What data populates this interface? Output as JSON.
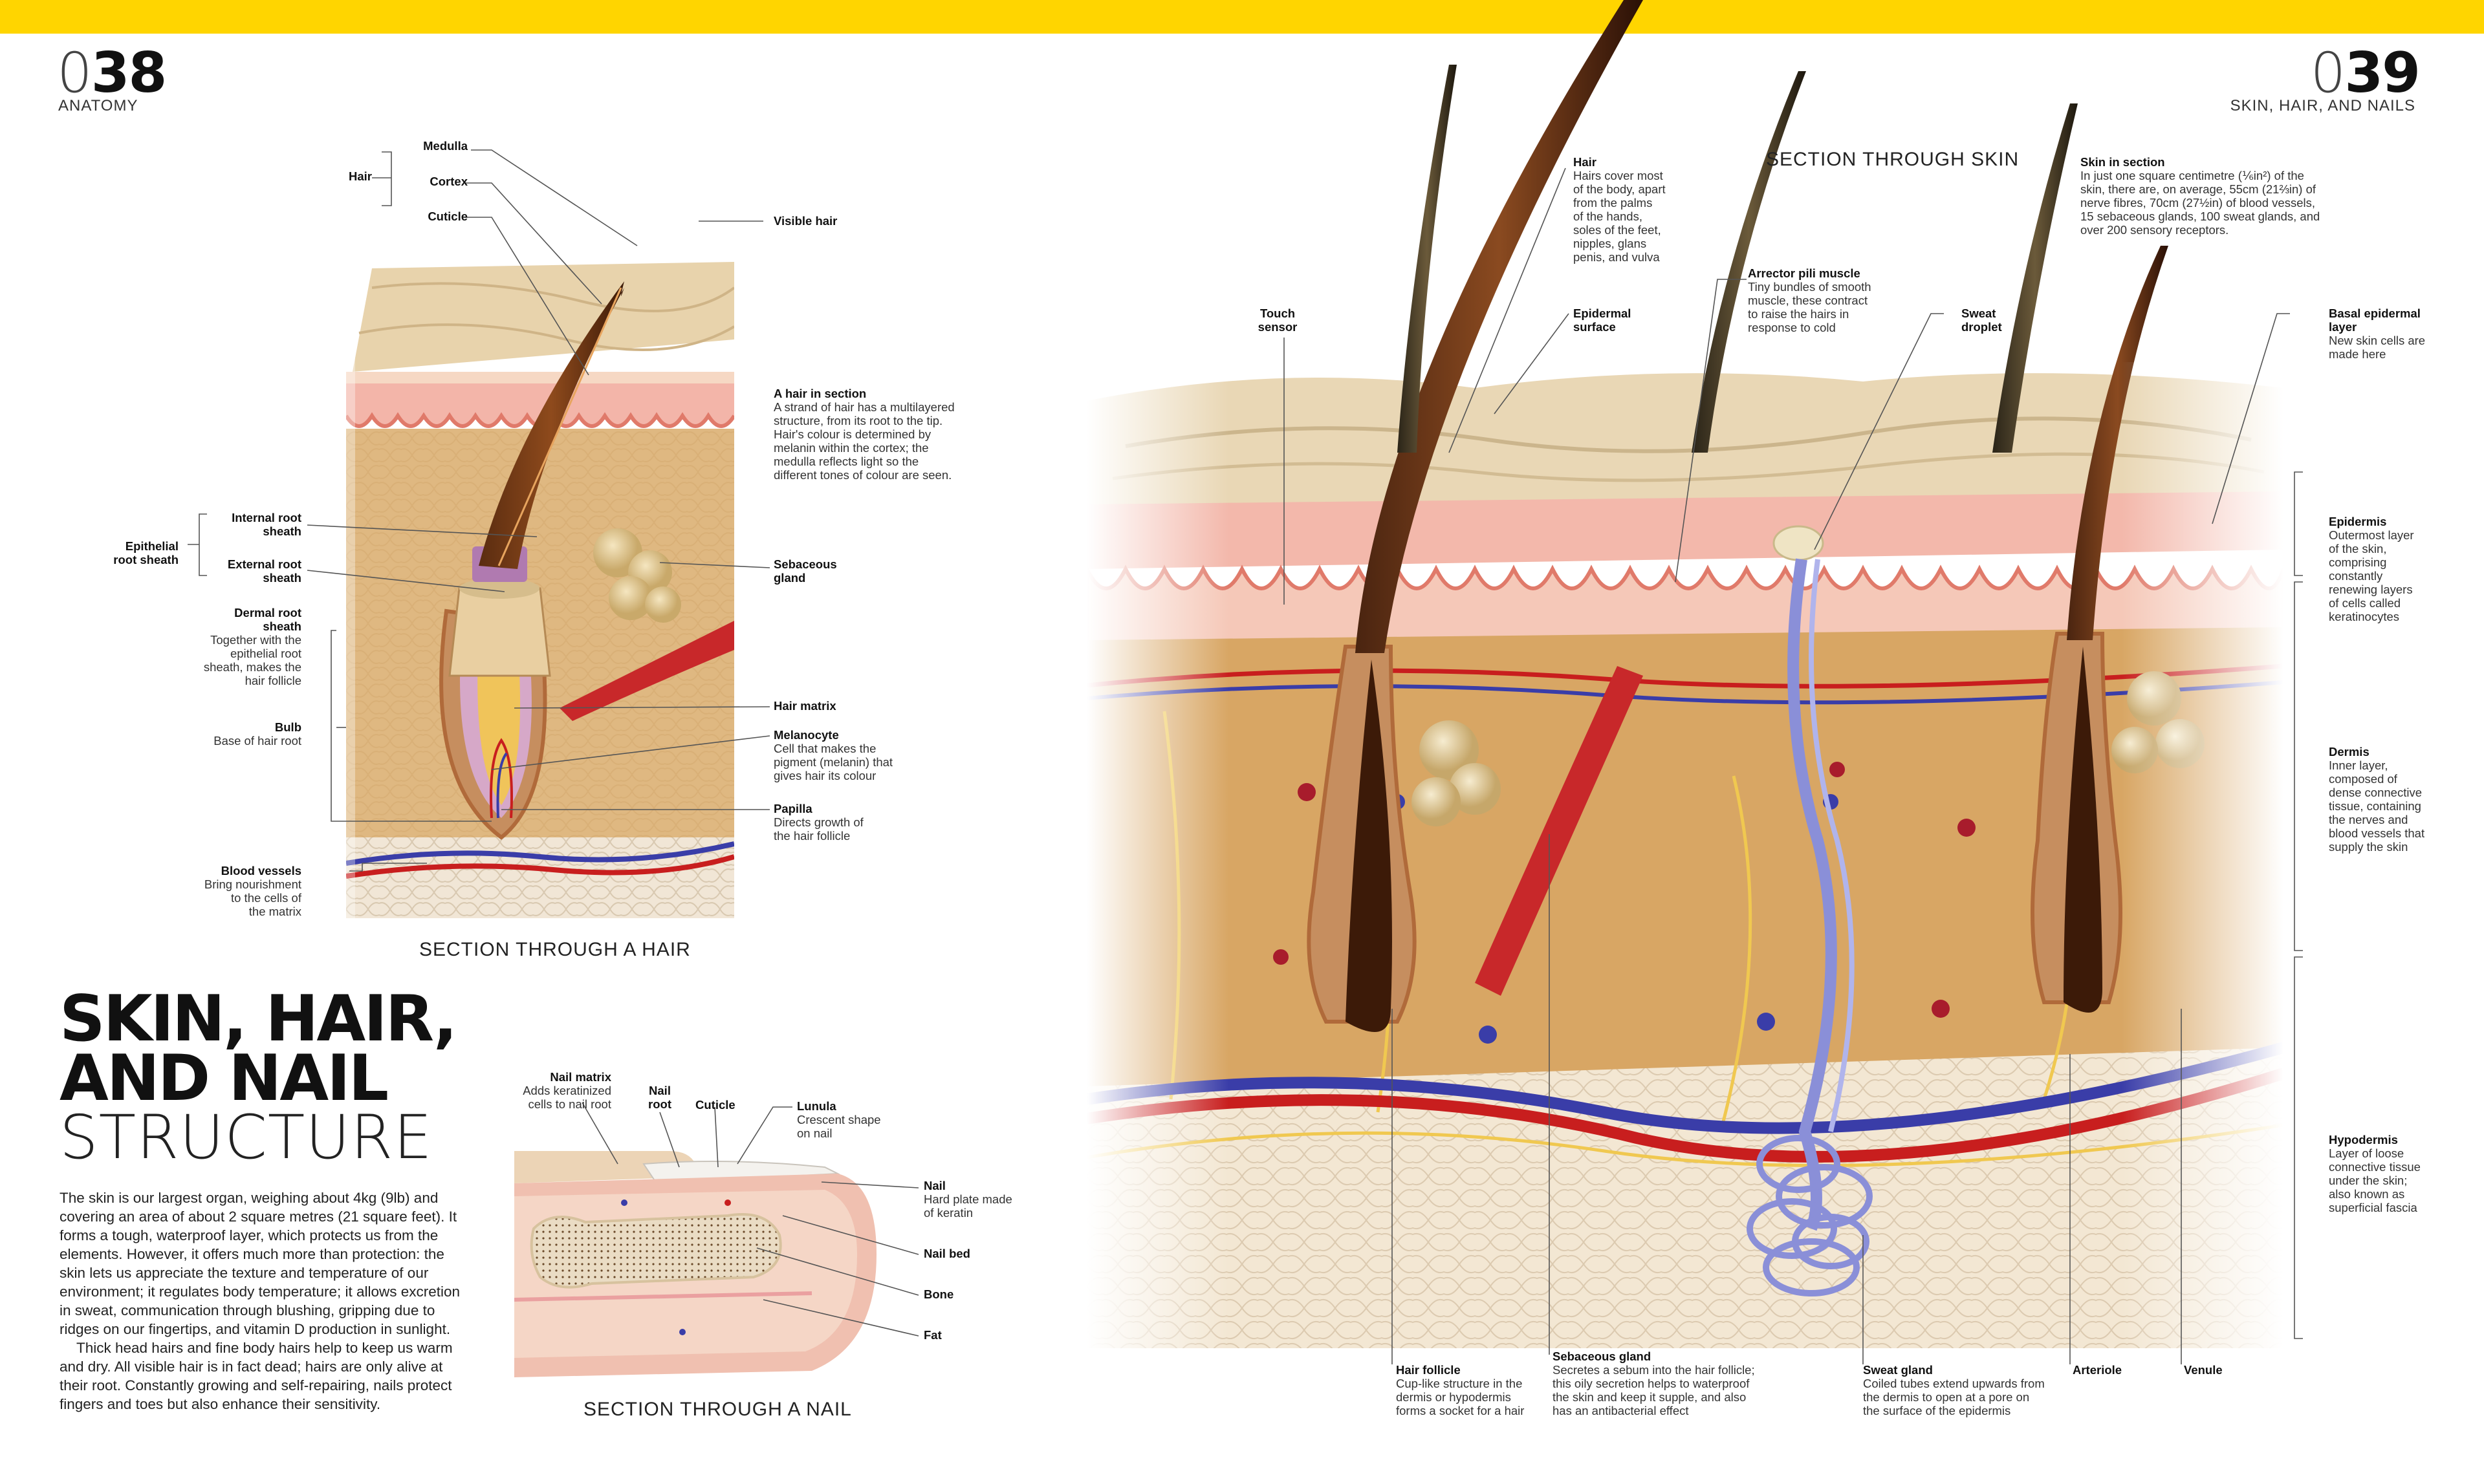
{
  "colors": {
    "accent": "#ffd500"
  },
  "header": {
    "left": {
      "page_prefix": "0",
      "page_num": "38",
      "section": "ANATOMY"
    },
    "right": {
      "page_prefix": "0",
      "page_num": "39",
      "section": "SKIN, HAIR, AND NAILS"
    }
  },
  "hair_figure": {
    "caption": "SECTION THROUGH A HAIR",
    "labels": {
      "hair": "Hair",
      "medulla": "Medulla",
      "cortex": "Cortex",
      "cuticle": "Cuticle",
      "visible_hair": "Visible hair",
      "in_section_title": "A hair in section",
      "in_section_lines": [
        "A strand of hair has a multilayered",
        "structure, from its root to the tip.",
        "Hair's colour is determined by",
        "melanin within the cortex; the",
        "medulla reflects light so the",
        "different tones of colour are seen."
      ],
      "epithelial": [
        "Epithelial",
        "root sheath"
      ],
      "internal": [
        "Internal root",
        "sheath"
      ],
      "external": [
        "External root",
        "sheath"
      ],
      "sebaceous": [
        "Sebaceous",
        "gland"
      ],
      "dermal": [
        "Dermal root",
        "sheath"
      ],
      "dermal_desc": [
        "Together with the",
        "epithelial root",
        "sheath, makes the",
        "hair follicle"
      ],
      "bulb": "Bulb",
      "bulb_desc": "Base of hair root",
      "matrix": "Hair matrix",
      "melanocyte": "Melanocyte",
      "melanocyte_desc": [
        "Cell that makes the",
        "pigment (melanin) that",
        "gives hair its colour"
      ],
      "papilla": "Papilla",
      "papilla_desc": [
        "Directs growth of",
        "the hair follicle"
      ],
      "blood": "Blood vessels",
      "blood_desc": [
        "Bring nourishment",
        "to the cells of",
        "the matrix"
      ]
    }
  },
  "article": {
    "title_lines": [
      "SKIN, HAIR,",
      "AND NAIL",
      "STRUCTURE"
    ],
    "paragraphs": [
      "The skin is our largest organ, weighing about 4kg (9lb) and covering an area of about 2 square metres (21 square feet). It forms a tough, waterproof layer, which protects us from the elements. However, it offers much more than protection: the skin lets us appreciate the texture and temperature of our environment; it regulates body temperature; it allows excretion in sweat, communication through blushing, gripping due to ridges on our fingertips, and vitamin D production in sunlight.",
      "Thick head hairs and fine body hairs help to keep us warm and dry. All visible hair is in fact dead; hairs are only alive at their root. Constantly growing and self-repairing, nails protect fingers and toes but also enhance their sensitivity."
    ]
  },
  "nail_figure": {
    "caption": "SECTION THROUGH A NAIL",
    "labels": {
      "matrix": "Nail matrix",
      "matrix_desc": [
        "Adds keratinized",
        "cells to nail root"
      ],
      "root": [
        "Nail",
        "root"
      ],
      "cuticle": "Cuticle",
      "lunula": "Lunula",
      "lunula_desc": [
        "Crescent shape",
        "on nail"
      ],
      "nail": "Nail",
      "nail_desc": [
        "Hard plate made",
        "of keratin"
      ],
      "bed": "Nail bed",
      "bone": "Bone",
      "fat": "Fat"
    }
  },
  "skin_figure": {
    "caption": "SECTION THROUGH SKIN",
    "labels": {
      "touch": [
        "Touch",
        "sensor"
      ],
      "hair": "Hair",
      "hair_desc": [
        "Hairs cover most",
        "of the body, apart",
        "from the palms",
        "of the hands,",
        "soles of the feet,",
        "nipples, glans",
        "penis, and vulva"
      ],
      "epidermal": [
        "Epidermal",
        "surface"
      ],
      "arrector": "Arrector pili muscle",
      "arrector_desc": [
        "Tiny bundles of smooth",
        "muscle, these contract",
        "to raise the hairs in",
        "response to cold"
      ],
      "sweat_droplet": [
        "Sweat",
        "droplet"
      ],
      "in_section": "Skin in section",
      "in_section_lines": [
        "In just one square centimetre (⅙in²) of the",
        "skin, there are, on average, 55cm (21⅔in) of",
        "nerve fibres, 70cm (27½in) of blood vessels,",
        "15 sebaceous glands, 100 sweat glands, and",
        "over 200 sensory receptors."
      ],
      "basal": [
        "Basal epidermal",
        "layer"
      ],
      "basal_desc": [
        "New skin cells are",
        "made here"
      ],
      "epidermis": "Epidermis",
      "epidermis_desc": [
        "Outermost layer",
        "of the skin,",
        "comprising",
        "constantly",
        "renewing layers",
        "of cells called",
        "keratinocytes"
      ],
      "dermis": "Dermis",
      "dermis_desc": [
        "Inner layer,",
        "composed of",
        "dense connective",
        "tissue, containing",
        "the nerves and",
        "blood vessels that",
        "supply the skin"
      ],
      "hypodermis": "Hypodermis",
      "hypodermis_desc": [
        "Layer of loose",
        "connective tissue",
        "under the skin;",
        "also known as",
        "superficial fascia"
      ],
      "follicle": "Hair follicle",
      "follicle_desc": [
        "Cup-like structure in the",
        "dermis or hypodermis",
        "forms a socket for a hair"
      ],
      "sebaceous": "Sebaceous gland",
      "sebaceous_desc": [
        "Secretes a sebum into the hair follicle;",
        "this oily secretion helps to waterproof",
        "the skin and keep it supple, and also",
        "has an antibacterial effect"
      ],
      "sweat_gland": "Sweat gland",
      "sweat_gland_desc": [
        "Coiled tubes extend upwards from",
        "the dermis to open at a pore on",
        "the surface of the epidermis"
      ],
      "arteriole": "Arteriole",
      "venule": "Venule"
    }
  }
}
